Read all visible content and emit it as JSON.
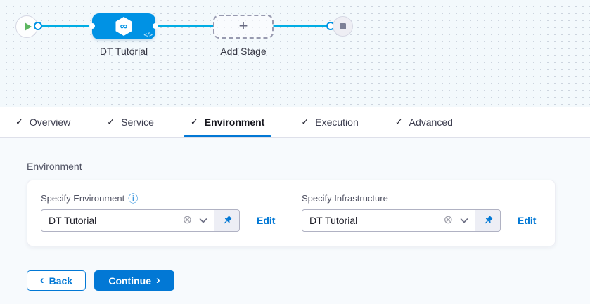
{
  "pipeline": {
    "stage_node": {
      "label": "DT Tutorial",
      "infinity_glyph": "∞",
      "code_glyph": "</>"
    },
    "add_stage_node": {
      "label": "Add Stage",
      "plus_glyph": "+"
    }
  },
  "tabs": {
    "check_glyph": "✓",
    "items": [
      {
        "label": "Overview",
        "active": false
      },
      {
        "label": "Service",
        "active": false
      },
      {
        "label": "Environment",
        "active": true
      },
      {
        "label": "Execution",
        "active": false
      },
      {
        "label": "Advanced",
        "active": false
      }
    ]
  },
  "environment": {
    "section_title": "Environment",
    "info_glyph": "ⓘ",
    "clear_glyph": "⊗",
    "fields": [
      {
        "label": "Specify Environment",
        "value": "DT Tutorial",
        "edit_label": "Edit"
      },
      {
        "label": "Specify Infrastructure",
        "value": "DT Tutorial",
        "edit_label": "Edit"
      }
    ]
  },
  "footer": {
    "back_chevron": "‹",
    "back_label": "Back",
    "continue_label": "Continue",
    "forward_chevron": "›"
  },
  "colors": {
    "primary_blue": "#0278d5",
    "node_blue": "#0092e4",
    "connector_cyan": "#00ade4",
    "play_green": "#5cb660"
  }
}
